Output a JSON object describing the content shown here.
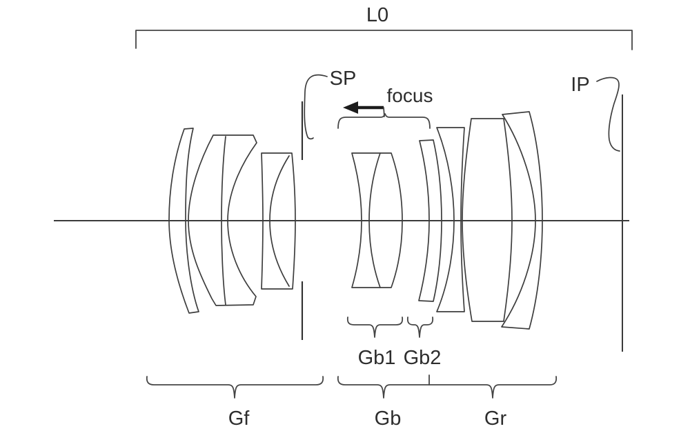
{
  "figure": {
    "type": "patent-lens-cross-section",
    "background_color": "#ffffff",
    "line_color": "#3d3d3d",
    "text_color": "#2d2d2d",
    "labels": {
      "overall_system": "L0",
      "aperture_stop": "SP",
      "focus_arrow": "focus",
      "image_plane": "IP",
      "front_group": "Gf",
      "middle_group": "Gb",
      "middle_subgroup_1": "Gb1",
      "middle_subgroup_2": "Gb2",
      "rear_group": "Gr"
    }
  }
}
